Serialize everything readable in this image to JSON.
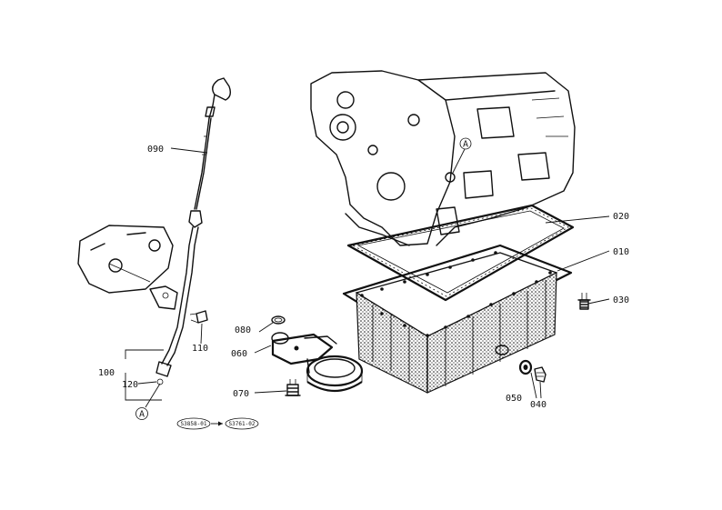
{
  "parts": {
    "p010": "010",
    "p020": "020",
    "p030": "030",
    "p040": "040",
    "p050": "050",
    "p060": "060",
    "p070": "070",
    "p080": "080",
    "p090": "090",
    "p100": "100",
    "p110": "110",
    "p120": "120"
  },
  "markers": {
    "a_top": "A",
    "a_bottom": "A"
  },
  "serials": {
    "left": "S3858-01",
    "right": "S3761-02"
  }
}
